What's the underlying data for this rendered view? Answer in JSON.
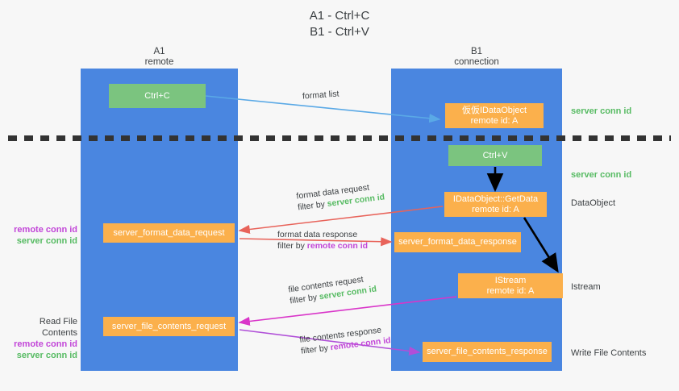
{
  "title": {
    "line1": "A1 - Ctrl+C",
    "line2": "B1 - Ctrl+V"
  },
  "lanes": [
    {
      "id": "a1",
      "name": "A1",
      "subtitle": "remote",
      "color": "#4a86e0"
    },
    {
      "id": "b1",
      "name": "B1",
      "subtitle": "connection",
      "color": "#4a86e0"
    }
  ],
  "nodes": {
    "ctrl_c": {
      "label": "Ctrl+C",
      "color": "#7bc47f"
    },
    "idataobject": {
      "line1": "仮仮IDataObject",
      "line2": "remote id: A",
      "color": "#fbb04c"
    },
    "ctrl_v": {
      "label": "Ctrl+V",
      "color": "#7bc47f"
    },
    "getdata": {
      "line1": "IDataObject::GetData",
      "line2": "remote id: A",
      "color": "#fbb04c"
    },
    "format_data_request": {
      "label": "server_format_data_request",
      "color": "#fbb04c"
    },
    "format_data_response": {
      "label": "server_format_data_response",
      "color": "#fbb04c"
    },
    "istream": {
      "line1": "IStream",
      "line2": "remote id: A",
      "color": "#fbb04c"
    },
    "file_contents_request": {
      "label": "server_file_contents_request",
      "color": "#fbb04c"
    },
    "file_contents_response": {
      "label": "server_file_contents_response",
      "color": "#fbb04c"
    }
  },
  "edge_labels": {
    "format_list": {
      "text": "format list"
    },
    "format_data_request": {
      "line1": "format data request",
      "prefix": "filter by ",
      "highlight": "server conn id",
      "highlight_color": "#57bb63"
    },
    "format_data_response": {
      "line1": "format data response",
      "prefix": "filter by ",
      "highlight": "remote conn id",
      "highlight_color": "#c246d8"
    },
    "file_contents_request": {
      "line1": "file contents request",
      "prefix": "filter by ",
      "highlight": "server conn id",
      "highlight_color": "#57bb63"
    },
    "file_contents_response": {
      "line1": "file contents response",
      "prefix": "filter by ",
      "highlight": "remote conn id",
      "highlight_color": "#c246d8"
    }
  },
  "annotations": {
    "right": [
      {
        "text": "server conn id",
        "color": "#57bb63"
      },
      {
        "text": "server conn id",
        "color": "#57bb63"
      },
      {
        "text": "DataObject",
        "color": "#3c4043"
      },
      {
        "text": "Istream",
        "color": "#3c4043"
      },
      {
        "text": "Write File Contents",
        "color": "#3c4043"
      }
    ],
    "left": {
      "group1": {
        "remote": "remote conn id",
        "server": "server conn id"
      },
      "group2": {
        "heading": "Read File Contents",
        "remote": "remote conn id",
        "server": "server conn id"
      }
    }
  },
  "colors": {
    "lane": "#4a86e0",
    "green_node": "#7bc47f",
    "orange_node": "#fbb04c",
    "background": "#f7f7f7",
    "separator": "#333333",
    "arrow_blue": "#5aa9e6",
    "arrow_red": "#e8635a",
    "arrow_magenta": "#d935c9",
    "arrow_purple": "#b04fd8",
    "arrow_black": "#000000"
  }
}
